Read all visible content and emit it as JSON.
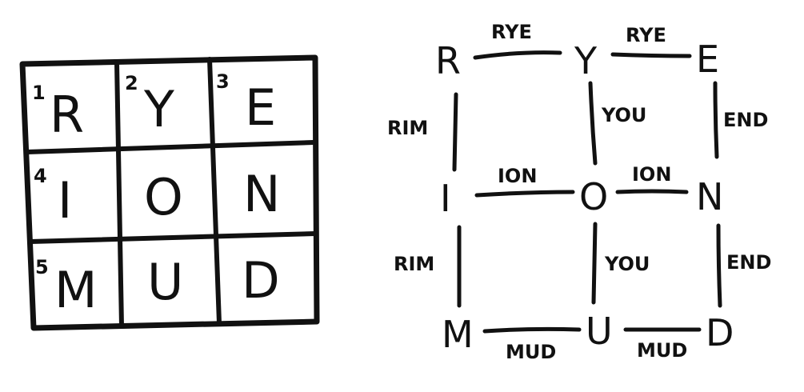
{
  "crossword": {
    "rows": [
      [
        {
          "number": "1",
          "letter": "R"
        },
        {
          "number": "2",
          "letter": "Y"
        },
        {
          "number": "3",
          "letter": "E"
        }
      ],
      [
        {
          "number": "4",
          "letter": "I"
        },
        {
          "number": "",
          "letter": "O"
        },
        {
          "number": "",
          "letter": "N"
        }
      ],
      [
        {
          "number": "5",
          "letter": "M"
        },
        {
          "number": "",
          "letter": "U"
        },
        {
          "number": "",
          "letter": "D"
        }
      ]
    ]
  },
  "graph": {
    "nodes": [
      [
        "R",
        "Y",
        "E"
      ],
      [
        "I",
        "O",
        "N"
      ],
      [
        "M",
        "U",
        "D"
      ]
    ],
    "row_edge_labels": [
      [
        "RYE",
        "RYE"
      ],
      [
        "ION",
        "ION"
      ],
      [
        "MUD",
        "MUD"
      ]
    ],
    "col_edge_labels": [
      [
        "RIM",
        "RIM"
      ],
      [
        "YOU",
        "YOU"
      ],
      [
        "END",
        "END"
      ]
    ]
  }
}
